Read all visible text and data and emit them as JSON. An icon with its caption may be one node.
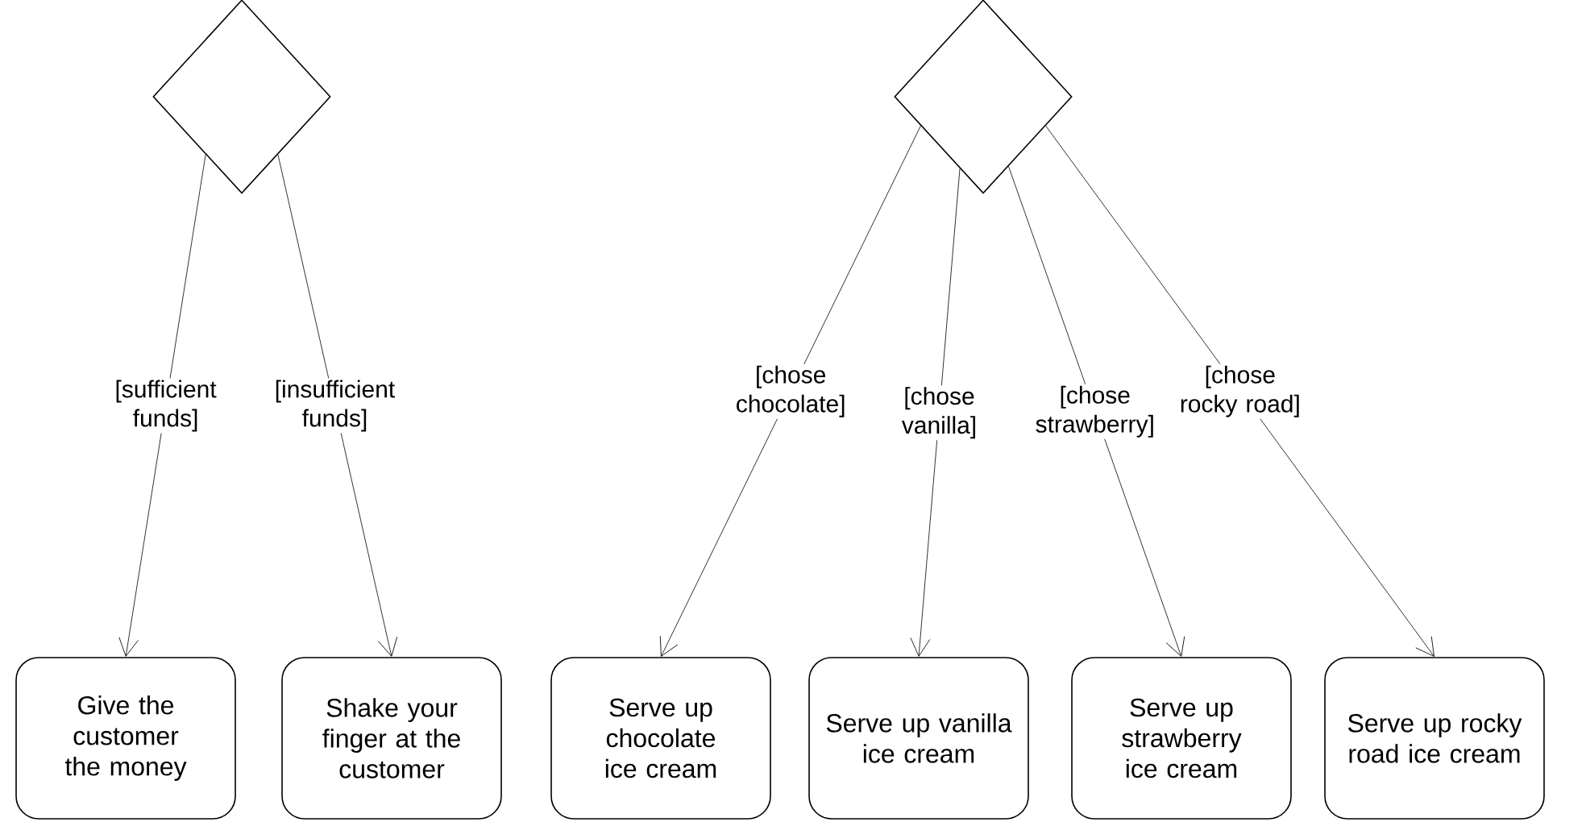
{
  "diagram": {
    "nodes": [
      {
        "text": [],
        "shape": "diamond"
      },
      {
        "text": [],
        "shape": "diamond"
      },
      {
        "text": [
          "Give the customer the money"
        ]
      },
      {
        "text": [
          "Shake your finger at the customer"
        ]
      },
      {
        "text": [
          "Serve up chocolate ice cream"
        ]
      },
      {
        "text": [
          "Serve up vanilla ice cream"
        ]
      },
      {
        "text": [
          "Serve up strawberry ice cream"
        ]
      },
      {
        "text": [
          "Serve up rocky road ice cream"
        ]
      }
    ],
    "edges": [
      {
        "from": 0,
        "to": 2,
        "arrow": "to",
        "label": "[sufficient funds]"
      },
      {
        "from": 0,
        "to": 3,
        "arrow": "to",
        "label": "[insufficient funds]"
      },
      {
        "from": 1,
        "to": 4,
        "arrow": "to",
        "label": "[chose chocolate]"
      },
      {
        "from": 1,
        "to": 5,
        "arrow": "to",
        "label": "[chose vanilla]"
      },
      {
        "from": 1,
        "to": 6,
        "arrow": "to",
        "label": "[chose strawberry]"
      },
      {
        "from": 1,
        "to": 7,
        "arrow": "to",
        "label": "[chose rocky road]"
      }
    ]
  }
}
